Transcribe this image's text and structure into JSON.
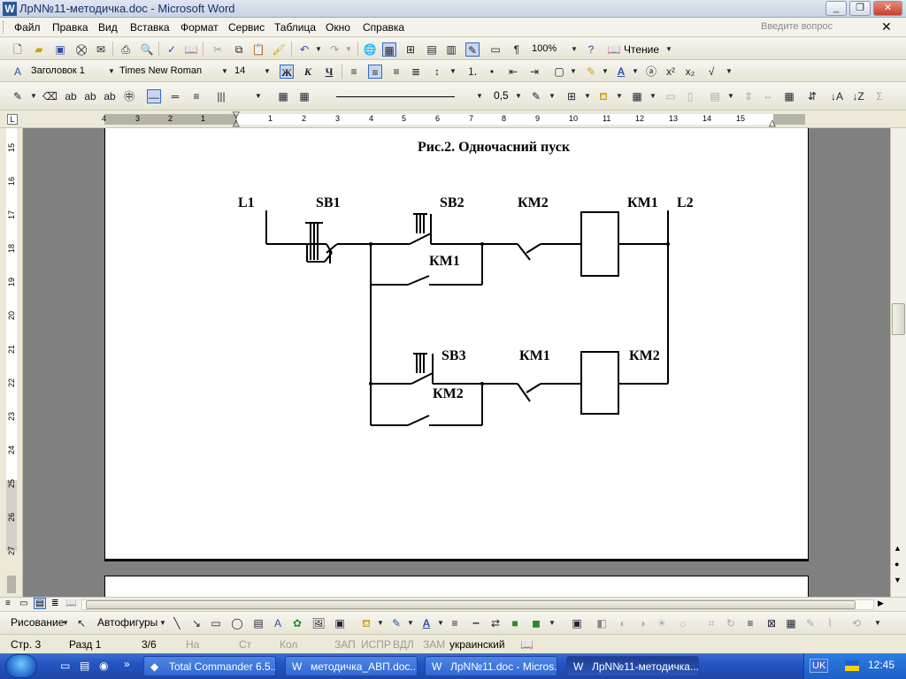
{
  "window": {
    "title": "ЛрN№11-методичка.doc - Microsoft Word",
    "help_placeholder": "Введите вопрос"
  },
  "menu": [
    "Файл",
    "Правка",
    "Вид",
    "Вставка",
    "Формат",
    "Сервис",
    "Таблица",
    "Окно",
    "Справка"
  ],
  "toolbar": {
    "zoom": "100%",
    "read_label": "Чтение"
  },
  "format": {
    "style": "Заголовок 1",
    "font": "Times New Roman",
    "size": "14",
    "bold": "Ж",
    "italic": "К",
    "underline": "Ч"
  },
  "tables_bar": {
    "line_weight": "0,5"
  },
  "ruler": {
    "h_ticks": [
      "4",
      "3",
      "2",
      "1",
      "1",
      "2",
      "3",
      "4",
      "5",
      "6",
      "7",
      "8",
      "9",
      "10",
      "11",
      "12",
      "13",
      "14",
      "15"
    ],
    "v_ticks": [
      "15",
      "16",
      "17",
      "18",
      "19",
      "20",
      "21",
      "22",
      "23",
      "24",
      "25",
      "26",
      "27"
    ]
  },
  "diagram": {
    "caption": "Рис.2. Одночасний пуск",
    "labels": {
      "l1": "L1",
      "l2": "L2",
      "sb1": "SB1",
      "sb2": "SB2",
      "sb3": "SB3",
      "km2_top": "КМ2",
      "km1_top": "КМ1",
      "km1_hold": "КМ1",
      "km1_bottom": "КМ1",
      "km2_bottom": "КМ2",
      "km2_hold": "КМ2"
    }
  },
  "drawing_bar": {
    "draw_label": "Рисование",
    "autoshapes_label": "Автофигуры"
  },
  "status": {
    "page": "Стр. 3",
    "section": "Разд 1",
    "pages": "3/6",
    "at": "На",
    "line": "Ст",
    "col": "Кол",
    "rec": "ЗАП",
    "trk": "ИСПР",
    "ext": "ВДЛ",
    "ovr": "ЗАМ",
    "lang": "украинский"
  },
  "taskbar": {
    "items": [
      "Total Commander 6.5...",
      "методичка_АВП.doc...",
      "ЛрN№11.doc - Micros...",
      "ЛрN№11-методичка...."
    ],
    "lang": "UK",
    "clock": "12:45"
  },
  "colors": {
    "taskbar": "#2455c4",
    "title_text": "#1d2f6e",
    "start": "#3c9a3a"
  }
}
